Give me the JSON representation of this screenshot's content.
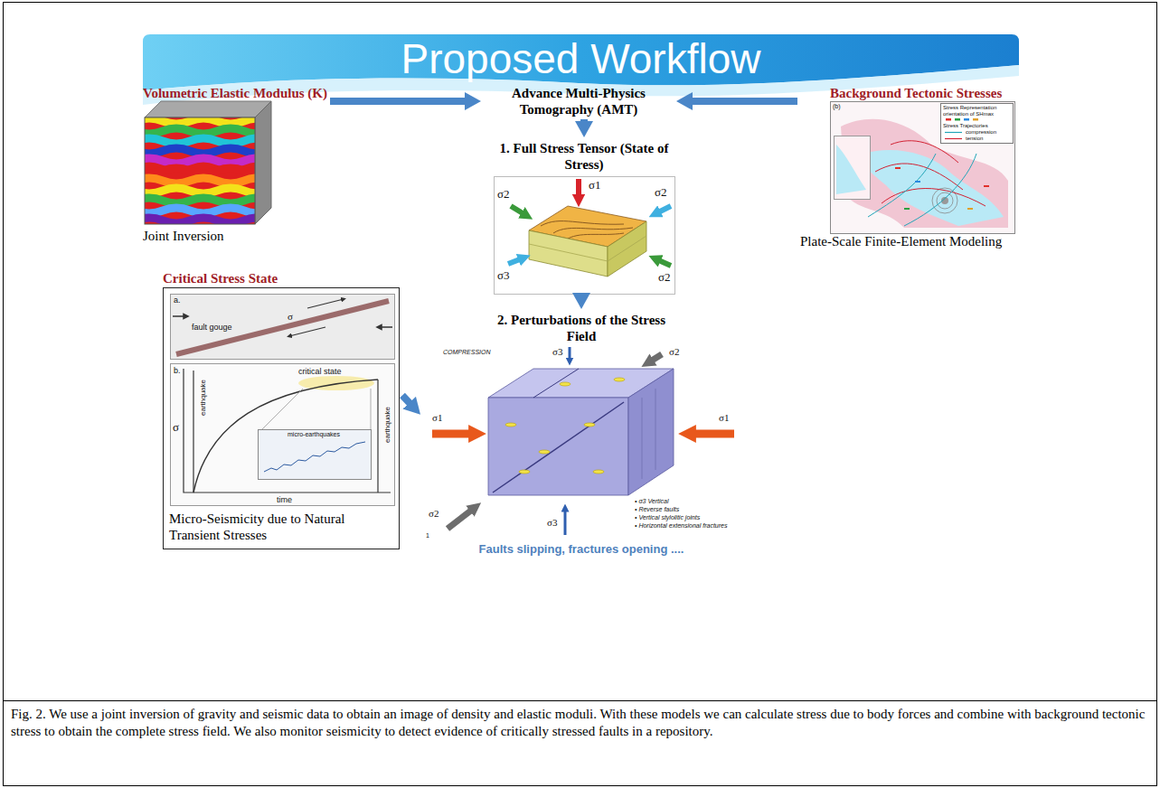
{
  "diagram": {
    "title": "Proposed Workflow",
    "caption": "Fig. 2. We use a joint inversion of gravity and seismic data to obtain an image of density and elastic moduli. With these models we can calculate stress due to body forces and combine with background tectonic stress to obtain the complete stress field. We also monitor seismicity to detect evidence of critically stressed faults in a repository.",
    "nodes": [
      {
        "text": [
          "Volumetric Elastic Modulus (K)",
          "Joint Inversion"
        ]
      },
      {
        "text": [
          "Advance Multi-Physics Tomography (AMT)"
        ]
      },
      {
        "text": [
          "Background Tectonic Stresses",
          "Plate-Scale Finite-Element Modeling"
        ]
      },
      {
        "text": [
          "1. Full Stress Tensor (State of Stress)"
        ]
      },
      {
        "text": [
          "Critical Stress State",
          "Micro-Seismicity due to Natural Transient Stresses"
        ]
      },
      {
        "text": [
          "2. Perturbations of the Stress Field",
          "Faults slipping, fractures opening ...."
        ]
      }
    ],
    "edges": [
      {
        "from": 0,
        "to": 1,
        "arrow": "to"
      },
      {
        "from": 2,
        "to": 1,
        "arrow": "to"
      },
      {
        "from": 1,
        "to": 3,
        "arrow": "to"
      },
      {
        "from": 3,
        "to": 5,
        "arrow": "to"
      },
      {
        "from": 4,
        "to": 5,
        "arrow": "to"
      }
    ],
    "labels": [
      "σ1",
      "σ2",
      "σ2",
      "σ3",
      "σ2",
      "(b)",
      "Stress Representation",
      "orientation of SHmax",
      "Stress Trajectories",
      "compression",
      "tension",
      "a.",
      "fault gouge",
      "σ",
      "b.",
      "σ",
      "earthquake",
      "critical state",
      "micro-earthquakes",
      "earthquake",
      "time",
      "COMPRESSION",
      "σ3",
      "σ2",
      "σ1",
      "σ1",
      "σ2",
      "σ3",
      "• σ3 Vertical",
      "• Reverse faults",
      "• Vertical stylolitic joints",
      "• Horizontal extensional fractures",
      "1"
    ]
  }
}
